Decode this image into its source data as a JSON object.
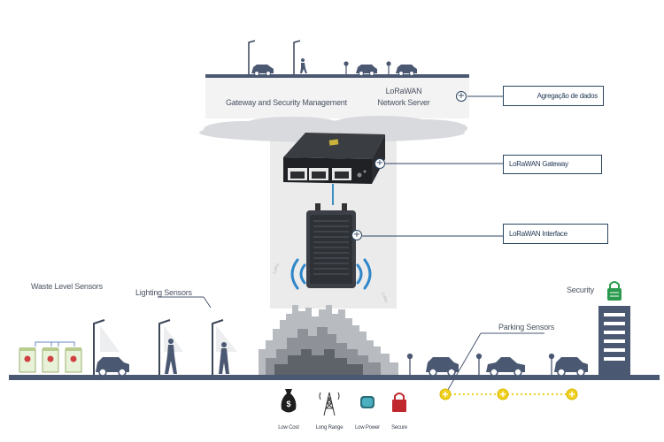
{
  "network": {
    "gateway_security_label": "Gateway and Security Management",
    "lorawan_server_line1": "LoRaWAN",
    "lorawan_server_line2": "Network Server"
  },
  "callouts": {
    "aggregation": "Agregação de dados",
    "gateway": "LoRaWAN Gateway",
    "interface": "LoRaWAN Interface"
  },
  "sensors": {
    "waste": "Waste Level Sensors",
    "lighting": "Lighting Sensors",
    "parking": "Parking Sensors",
    "security": "Security"
  },
  "features": [
    {
      "label": "Low Cost",
      "icon": "money-bag-icon"
    },
    {
      "label": "Long Range",
      "icon": "radio-tower-icon"
    },
    {
      "label": "Low Power",
      "icon": "battery-icon"
    },
    {
      "label": "Secure",
      "icon": "padlock-icon"
    }
  ],
  "colors": {
    "accent": "#2c4660",
    "road": "#4a5872",
    "cloud": "#d8dade",
    "parking_marker": "#f0d020"
  }
}
